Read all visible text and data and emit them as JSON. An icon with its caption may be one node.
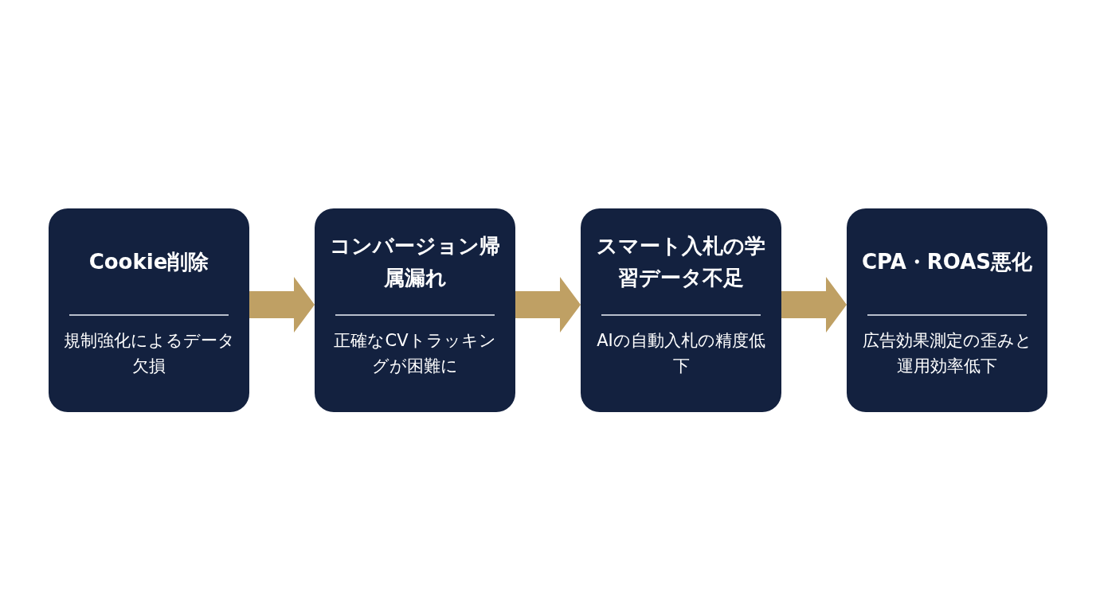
{
  "diagram": {
    "nodes": [
      {
        "text": [
          "Cookie削除",
          "規制強化によるデータ欠損"
        ]
      },
      {
        "text": [
          "コンバージョン帰属漏れ",
          "正確なCVトラッキングが困難に"
        ]
      },
      {
        "text": [
          "スマート入札の学習データ不足",
          "AIの自動入札の精度低下"
        ]
      },
      {
        "text": [
          "CPA・ROAS悪化",
          "広告効果測定の歪みと運用効率低下"
        ]
      }
    ],
    "edges": [
      {
        "from": 0,
        "to": 1,
        "arrow": "to"
      },
      {
        "from": 1,
        "to": 2,
        "arrow": "to"
      },
      {
        "from": 2,
        "to": 3,
        "arrow": "to"
      }
    ]
  }
}
